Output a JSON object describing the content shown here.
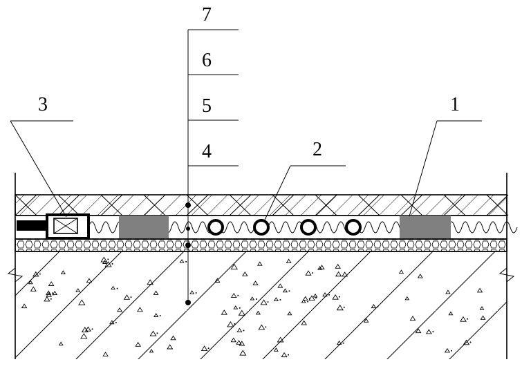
{
  "labels": {
    "l1": "1",
    "l2": "2",
    "l3": "3",
    "l4": "4",
    "l5": "5",
    "l6": "6",
    "l7": "7"
  },
  "colors": {
    "line": "#000000",
    "gray_block": "#808080",
    "background": "#ffffff"
  },
  "pipe_count": 4,
  "gray_block_count": 2
}
